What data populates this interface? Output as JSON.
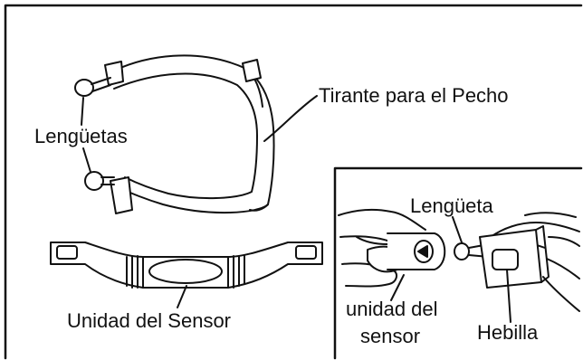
{
  "labels": {
    "chest_strap": "Tirante para el Pecho",
    "tabs": "Lengüetas",
    "sensor_unit": "Unidad del Sensor",
    "tab": "Lengüeta",
    "sensor_unit_line1": "unidad del",
    "sensor_unit_line2": "sensor",
    "buckle": "Hebilla"
  },
  "colors": {
    "line": "#111111",
    "fill": "#ffffff",
    "shade": "#cfcfcf"
  }
}
